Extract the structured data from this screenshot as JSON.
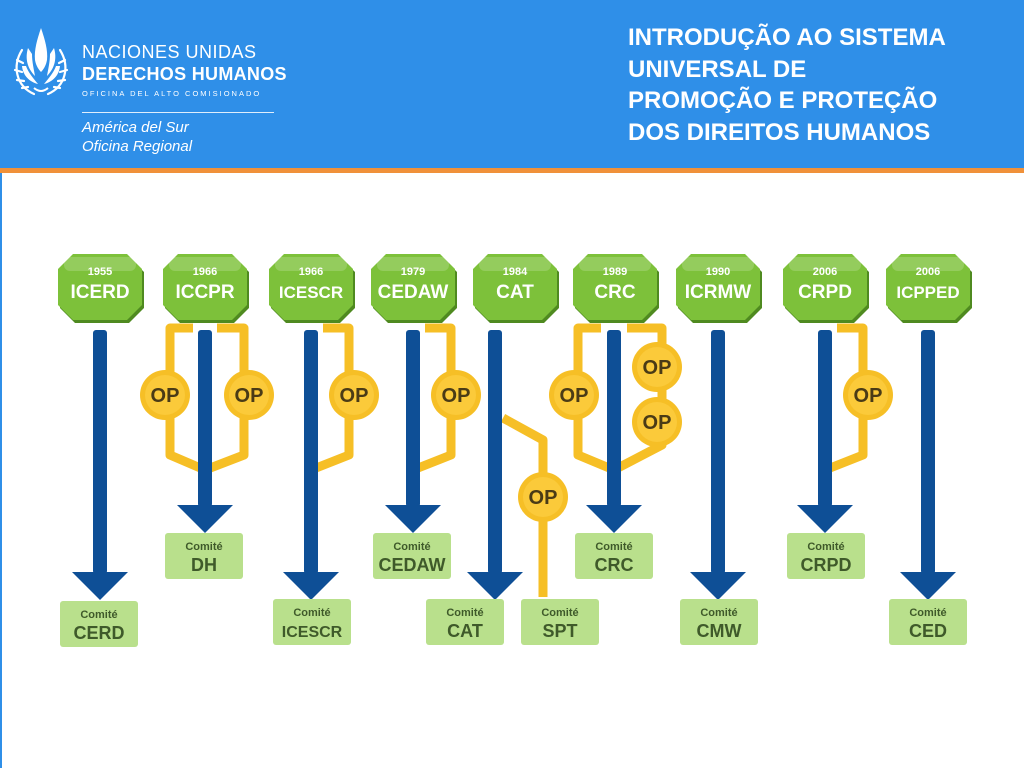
{
  "header": {
    "org_name": "NACIONES UNIDAS",
    "org_dept": "DERECHOS HUMANOS",
    "org_office": "OFICINA DEL ALTO COMISIONADO",
    "region_line1": "América del Sur",
    "region_line2": "Oficina Regional",
    "title_lines": [
      "INTRODUÇÃO AO SISTEMA",
      "UNIVERSAL DE",
      "PROMOÇÃO E PROTEÇÃO",
      "DOS DIREITOS HUMANOS"
    ]
  },
  "colors": {
    "header_bg": "#2f8fe8",
    "accent_rule": "#f0913a",
    "treaty_green": "#7dc13a",
    "committee_green": "#b9e08c",
    "arrow_blue": "#0e4f96",
    "protocol_gold": "#f6bf26"
  },
  "diagram": {
    "op_label": "OP",
    "committee_word": "Comité",
    "treaties": [
      {
        "year": "1955",
        "name": "ICERD"
      },
      {
        "year": "1966",
        "name": "ICCPR"
      },
      {
        "year": "1966",
        "name": "ICESCR"
      },
      {
        "year": "1979",
        "name": "CEDAW"
      },
      {
        "year": "1984",
        "name": "CAT"
      },
      {
        "year": "1989",
        "name": "CRC"
      },
      {
        "year": "1990",
        "name": "ICRMW"
      },
      {
        "year": "2006",
        "name": "CRPD"
      },
      {
        "year": "2006",
        "name": "ICPPED"
      }
    ],
    "committees": [
      "CERD",
      "DH",
      "ICESCR",
      "CEDAW",
      "CAT",
      "SPT",
      "CRC",
      "CMW",
      "CRPD",
      "CED"
    ]
  }
}
